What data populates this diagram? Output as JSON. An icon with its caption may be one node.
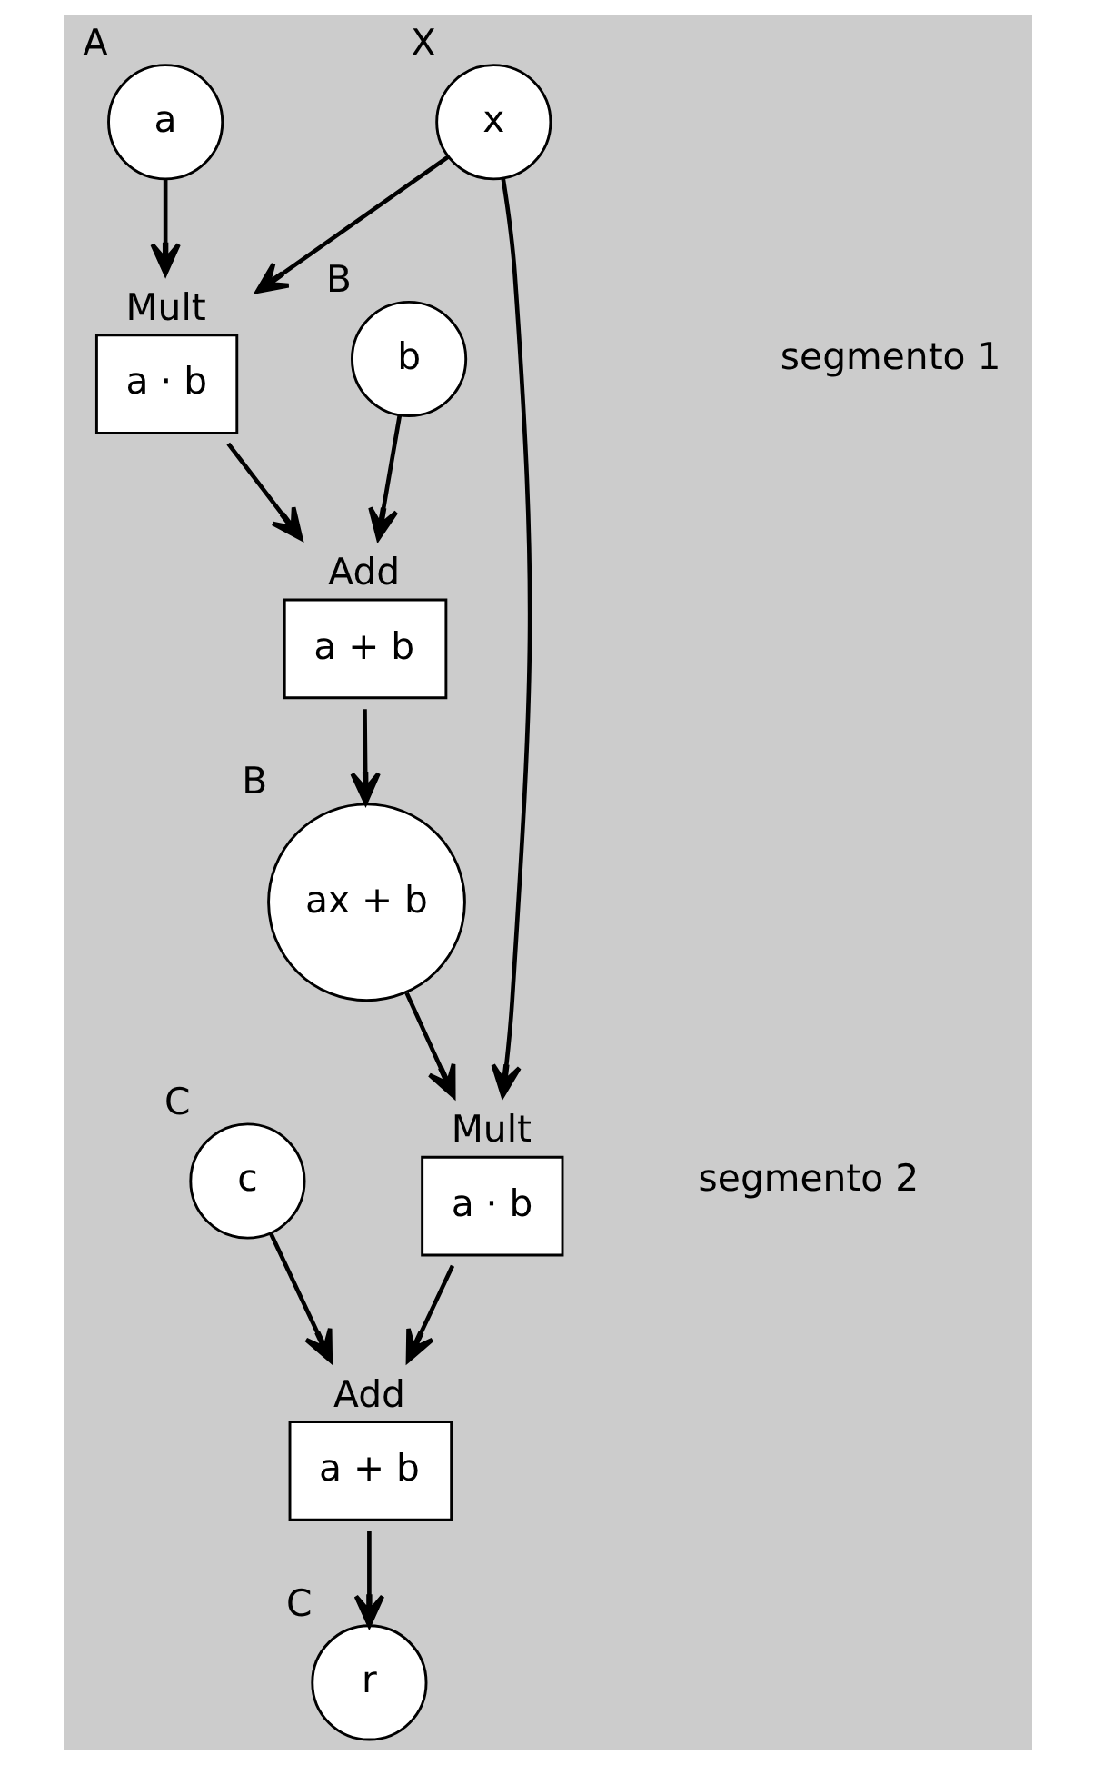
{
  "diagram": {
    "nodes": [
      {
        "text": [
          "c"
        ],
        "beside": [
          "C"
        ]
      },
      {
        "text": [
          "b"
        ],
        "beside": [
          "B"
        ]
      },
      {
        "text": [
          "a"
        ],
        "beside": [
          "A"
        ]
      },
      {
        "text": [
          "x"
        ],
        "beside": [
          "X"
        ]
      },
      {
        "text": [
          "Mult",
          "a · b"
        ]
      },
      {
        "text": [
          "Add",
          "a + b"
        ]
      },
      {
        "text": [
          "ax + b"
        ],
        "beside": [
          "B"
        ]
      },
      {
        "text": [
          "Mult",
          "a · b"
        ]
      },
      {
        "text": [
          "Add",
          "a + b"
        ]
      },
      {
        "text": [
          "r"
        ],
        "beside": [
          "C"
        ]
      }
    ],
    "edges": [
      {
        "from": 2,
        "to": 4,
        "arrow": "to"
      },
      {
        "from": 3,
        "to": 4,
        "arrow": "to"
      },
      {
        "from": 1,
        "to": 5,
        "arrow": "to"
      },
      {
        "from": 4,
        "to": 5,
        "arrow": "to"
      },
      {
        "from": 5,
        "to": 6,
        "arrow": "to"
      },
      {
        "from": 6,
        "to": 7,
        "arrow": "to"
      },
      {
        "from": 3,
        "to": 7,
        "arrow": "to"
      },
      {
        "from": 0,
        "to": 8,
        "arrow": "to"
      },
      {
        "from": 7,
        "to": 8,
        "arrow": "to"
      },
      {
        "from": 8,
        "to": 9,
        "arrow": "to"
      }
    ],
    "labels": [
      "segmento 1",
      "segmento 2"
    ]
  }
}
